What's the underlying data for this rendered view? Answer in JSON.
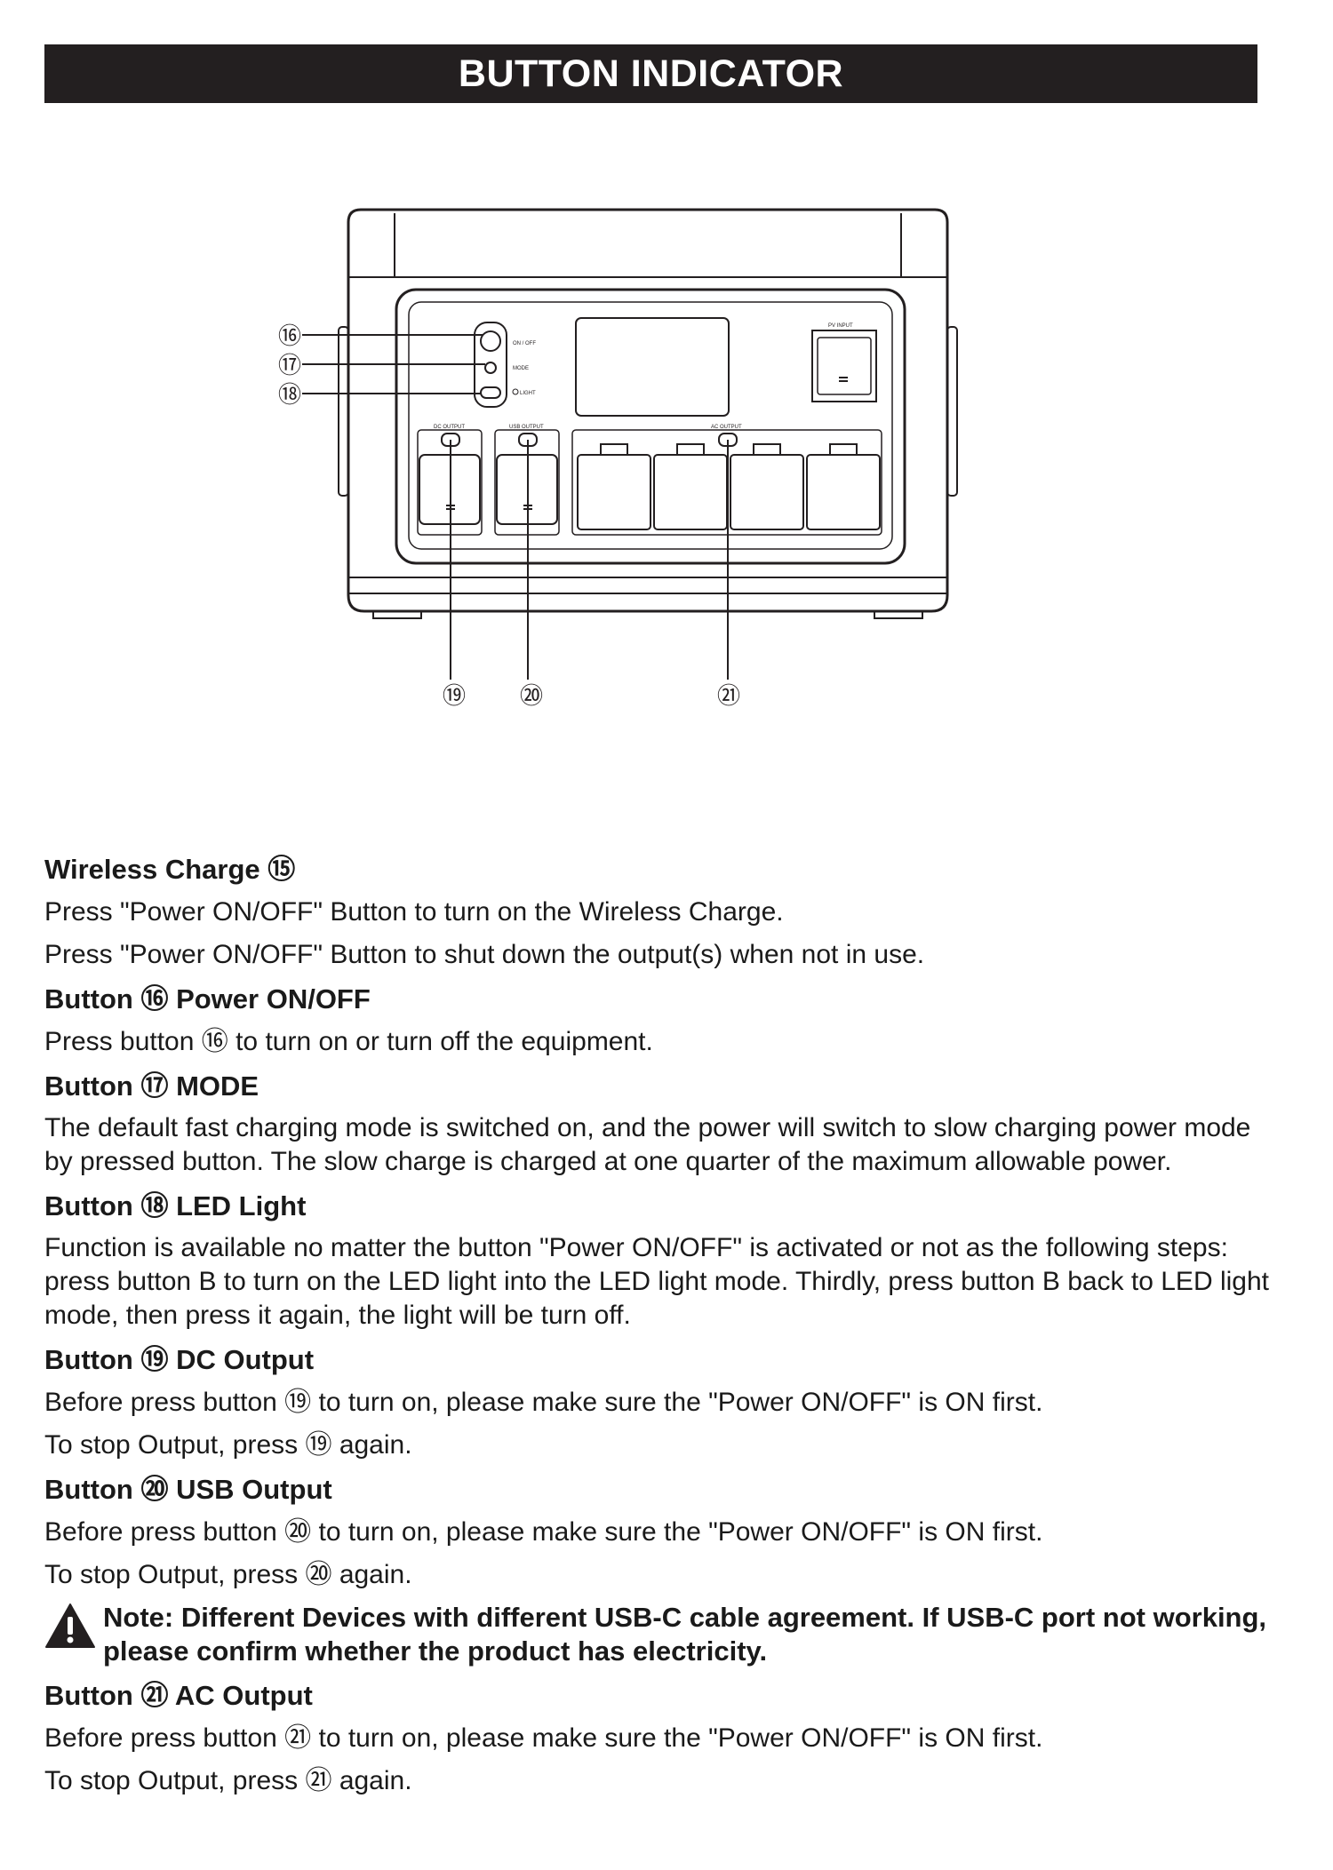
{
  "page_title": "BUTTON INDICATOR",
  "diagram": {
    "callouts": [
      "⑯",
      "⑰",
      "⑱",
      "⑲",
      "⑳",
      "㉑"
    ],
    "panel_labels": {
      "on_off": "ON / OFF",
      "mode": "MODE",
      "light": "LIGHT",
      "pv_input": "PV INPUT",
      "dc_output": "DC OUTPUT",
      "usb_output": "USB OUTPUT",
      "ac_output": "AC OUTPUT"
    }
  },
  "sections": [
    {
      "title": "Wireless Charge ⑮",
      "lines": [
        "Press \"Power ON/OFF\" Button to turn on the Wireless Charge.",
        "Press \"Power ON/OFF\" Button to shut down the output(s) when not in use."
      ]
    },
    {
      "title": "Button ⑯ Power ON/OFF",
      "lines": [
        "Press button ⑯ to turn on or turn off the equipment."
      ]
    },
    {
      "title": "Button ⑰ MODE",
      "lines": [
        "The default fast charging mode is switched on, and the power will switch to slow charging power mode by pressed button. The slow charge is charged at one quarter of the maximum allowable power."
      ]
    },
    {
      "title": "Button ⑱ LED Light",
      "lines": [
        "Function is available no matter the button \"Power ON/OFF\" is activated or not as the following steps: press button B to turn on the LED light into the LED light mode. Thirdly, press button B back to LED light mode, then press it again, the light will be turn off."
      ]
    },
    {
      "title": "Button ⑲ DC Output",
      "lines": [
        "Before press button ⑲ to turn on, please make sure the \"Power ON/OFF\" is ON first.",
        "To stop Output, press ⑲ again."
      ]
    },
    {
      "title": "Button ⑳ USB Output",
      "lines": [
        "Before press button ⑳ to turn on, please make sure the \"Power ON/OFF\" is ON first.",
        "To stop Output, press ⑳ again."
      ]
    },
    {
      "note": "Note: Different Devices with different USB-C cable agreement. If USB-C port not working, please confirm whether the product has electricity."
    },
    {
      "title": "Button ㉑ AC Output",
      "lines": [
        "Before press button ㉑ to turn on, please make sure the \"Power ON/OFF\" is ON first.",
        "To stop Output, press ㉑ again."
      ]
    }
  ]
}
